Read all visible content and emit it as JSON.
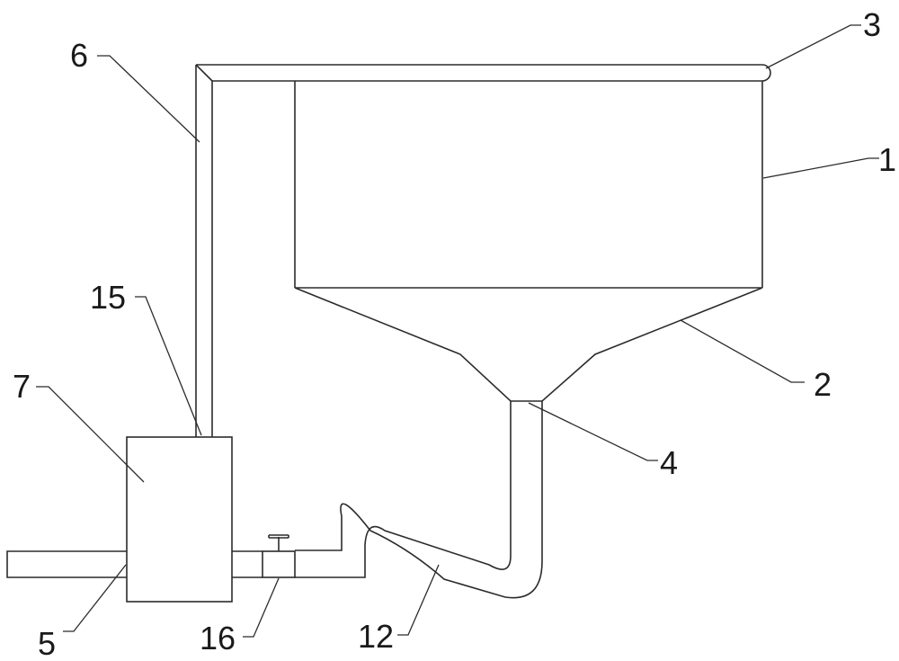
{
  "labels": {
    "l1": "1",
    "l2": "2",
    "l3": "3",
    "l4": "4",
    "l5": "5",
    "l6": "6",
    "l7": "7",
    "l12": "12",
    "l15": "15",
    "l16": "16"
  }
}
